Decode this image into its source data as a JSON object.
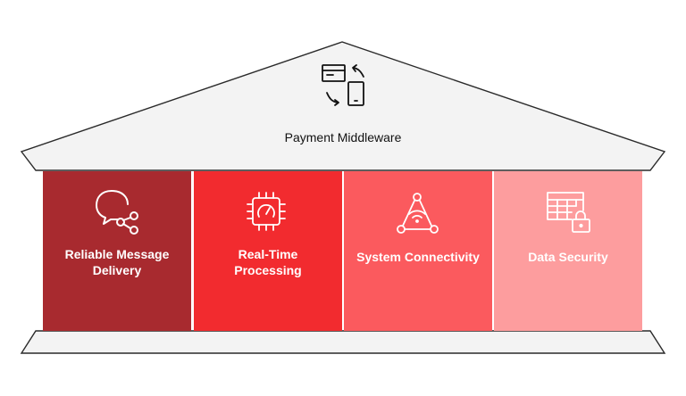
{
  "roof": {
    "title": "Payment Middleware",
    "icon": "payment-transfer-icon"
  },
  "pillars": [
    {
      "label": "Reliable Message Delivery",
      "label_lines": [
        "Reliable Message",
        "Delivery"
      ],
      "icon": "message-share-icon",
      "color": "#A82A2F"
    },
    {
      "label": "Real-Time Processing",
      "label_lines": [
        "Real-Time",
        "Processing"
      ],
      "icon": "chip-gauge-icon",
      "color": "#F22B2F"
    },
    {
      "label": "System Connectivity",
      "label_lines": [
        "System Connectivity"
      ],
      "icon": "network-wifi-icon",
      "color": "#FB5A5E"
    },
    {
      "label": "Data Security",
      "label_lines": [
        "Data Security"
      ],
      "icon": "table-lock-icon",
      "color": "#FD9D9E"
    }
  ],
  "colors": {
    "structure_fill": "#F3F3F3",
    "structure_stroke": "#2A2A2A",
    "icon_stroke": "#FFFFFF",
    "roof_icon_stroke": "#111111"
  }
}
